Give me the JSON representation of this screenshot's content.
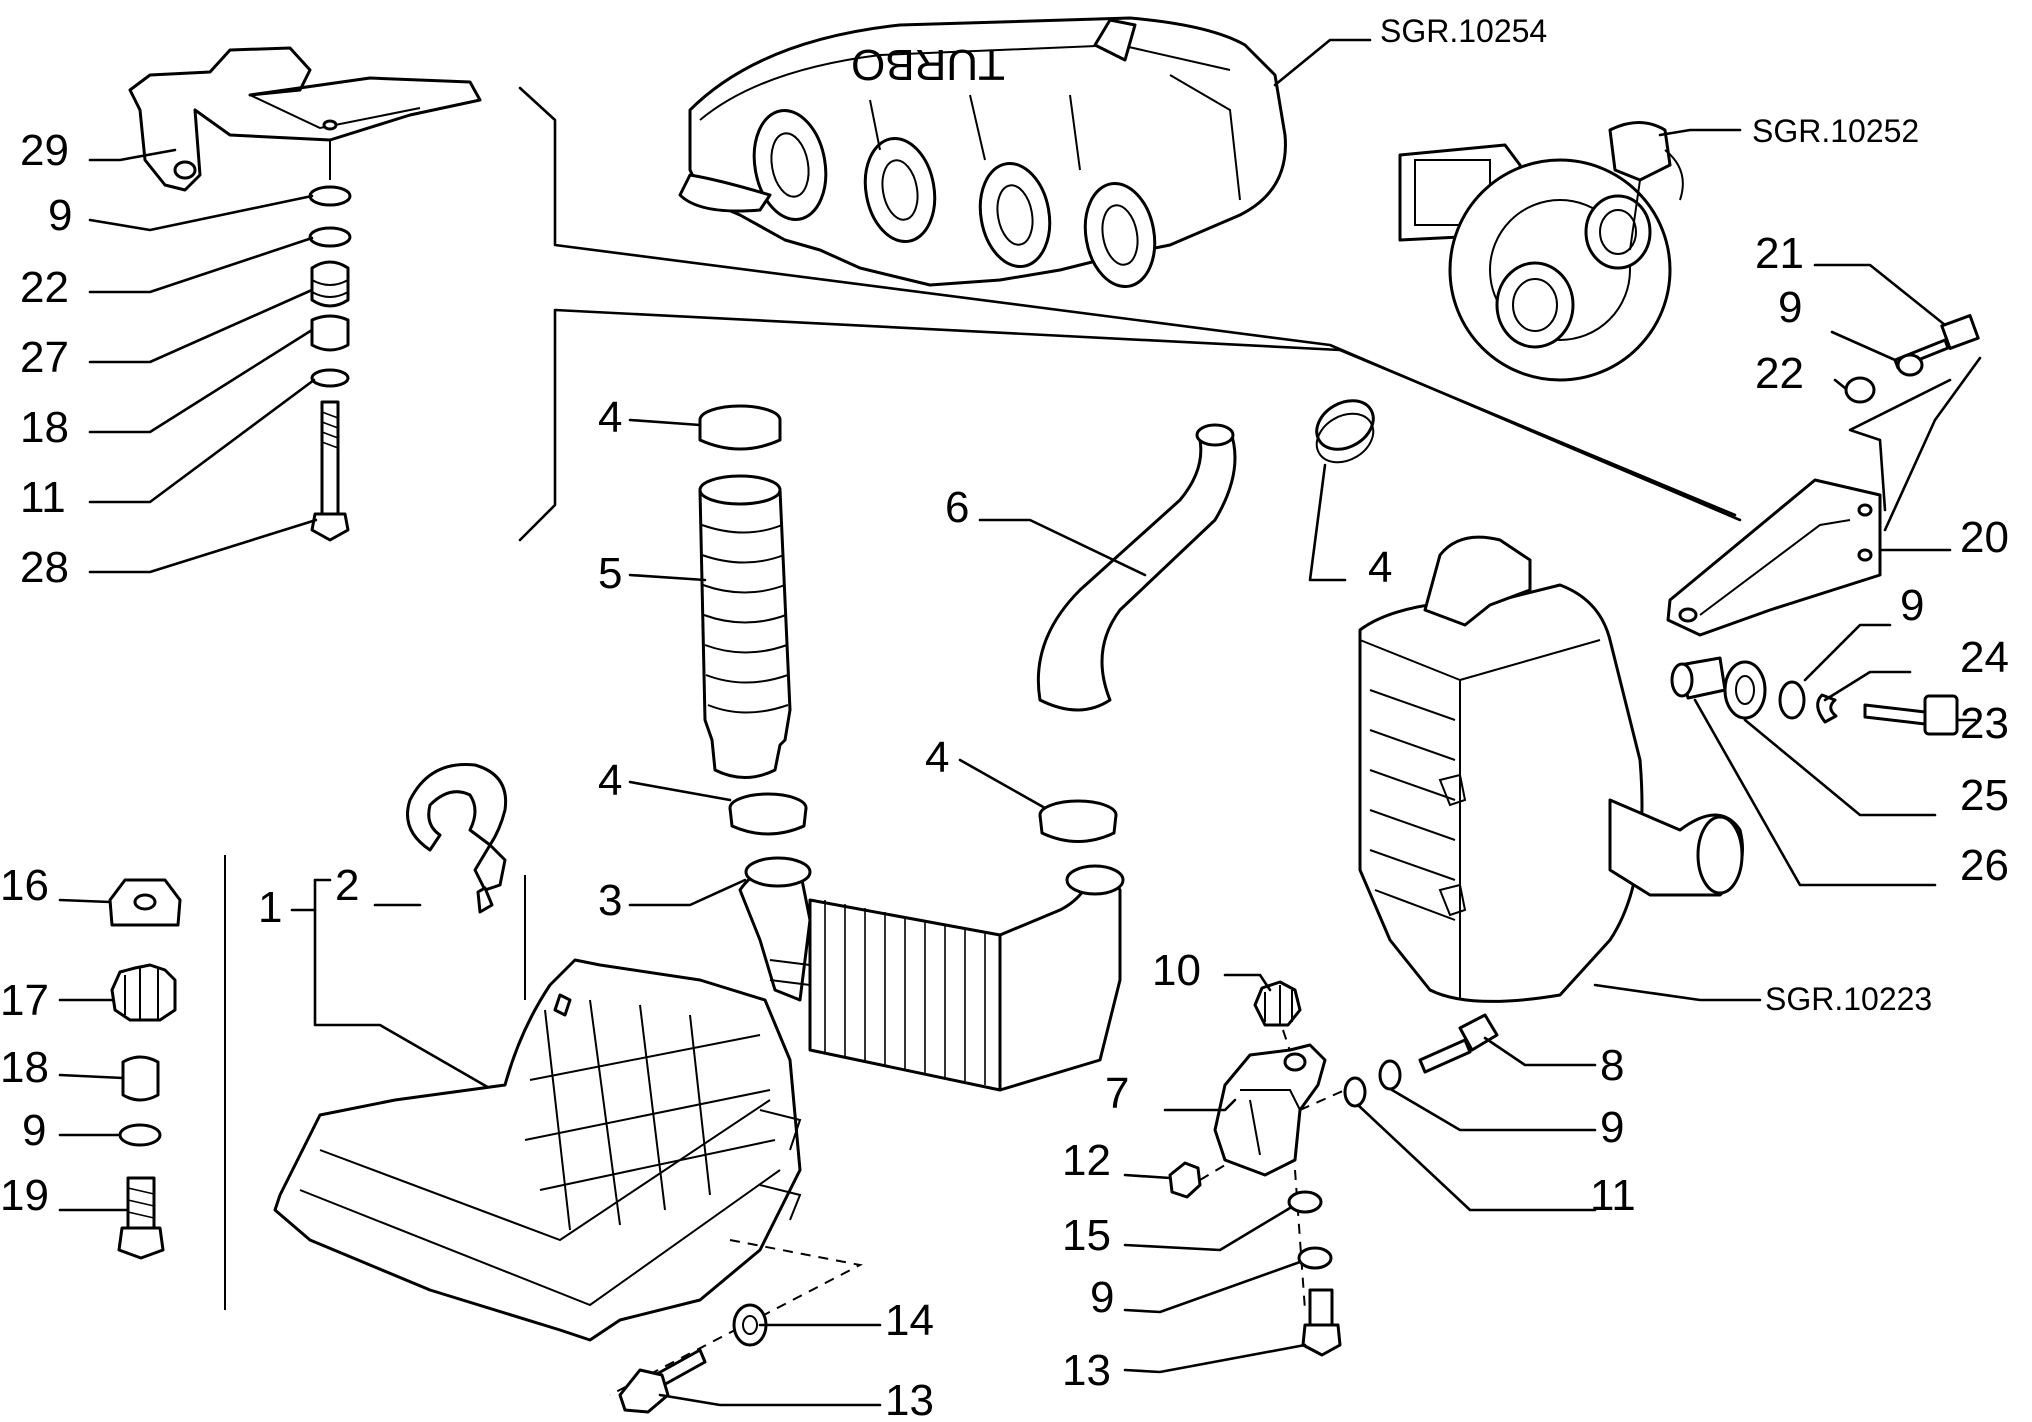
{
  "callouts": [
    {
      "id": "c-29",
      "label": "29"
    },
    {
      "id": "c-9a",
      "label": "9"
    },
    {
      "id": "c-22a",
      "label": "22"
    },
    {
      "id": "c-27",
      "label": "27"
    },
    {
      "id": "c-18a",
      "label": "18"
    },
    {
      "id": "c-11a",
      "label": "11"
    },
    {
      "id": "c-28",
      "label": "28"
    },
    {
      "id": "c-4a",
      "label": "4"
    },
    {
      "id": "c-5",
      "label": "5"
    },
    {
      "id": "c-4b",
      "label": "4"
    },
    {
      "id": "c-6",
      "label": "6"
    },
    {
      "id": "c-4c",
      "label": "4"
    },
    {
      "id": "c-4d",
      "label": "4"
    },
    {
      "id": "c-3",
      "label": "3"
    },
    {
      "id": "c-1",
      "label": "1"
    },
    {
      "id": "c-2",
      "label": "2"
    },
    {
      "id": "c-16",
      "label": "16"
    },
    {
      "id": "c-17",
      "label": "17"
    },
    {
      "id": "c-18b",
      "label": "18"
    },
    {
      "id": "c-9b",
      "label": "9"
    },
    {
      "id": "c-19",
      "label": "19"
    },
    {
      "id": "c-14",
      "label": "14"
    },
    {
      "id": "c-13a",
      "label": "13"
    },
    {
      "id": "c-10",
      "label": "10"
    },
    {
      "id": "c-7",
      "label": "7"
    },
    {
      "id": "c-12",
      "label": "12"
    },
    {
      "id": "c-15",
      "label": "15"
    },
    {
      "id": "c-9c",
      "label": "9"
    },
    {
      "id": "c-13b",
      "label": "13"
    },
    {
      "id": "c-8",
      "label": "8"
    },
    {
      "id": "c-9d",
      "label": "9"
    },
    {
      "id": "c-11b",
      "label": "11"
    },
    {
      "id": "c-21",
      "label": "21"
    },
    {
      "id": "c-9e",
      "label": "9"
    },
    {
      "id": "c-22b",
      "label": "22"
    },
    {
      "id": "c-20",
      "label": "20"
    },
    {
      "id": "c-9f",
      "label": "9"
    },
    {
      "id": "c-24",
      "label": "24"
    },
    {
      "id": "c-23",
      "label": "23"
    },
    {
      "id": "c-25",
      "label": "25"
    },
    {
      "id": "c-26",
      "label": "26"
    }
  ],
  "references": [
    {
      "id": "r-10254",
      "label": "SGR.10254"
    },
    {
      "id": "r-10252",
      "label": "SGR.10252"
    },
    {
      "id": "r-10223",
      "label": "SGR.10223"
    }
  ],
  "manifold_lettering": "TURBO"
}
